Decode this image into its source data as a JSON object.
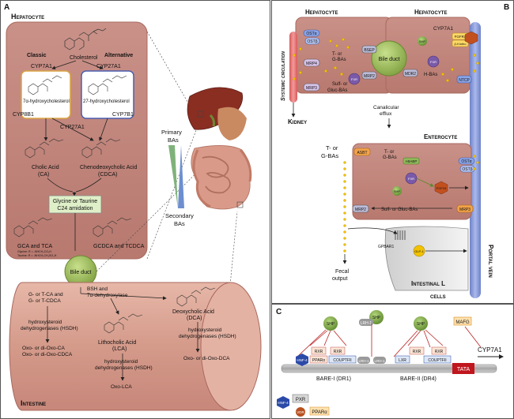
{
  "panel_a": {
    "letter": "A",
    "hepatocyte": "Hepatocyte",
    "classic": "Classic",
    "alternative": "Alternative",
    "cholesterol": "Cholesterol",
    "cyp7a1": "CYP7A1",
    "cyp27a1_top": "CYP27A1",
    "hydroxy7a": "7α-hydroxycholesterol",
    "hydroxy27": "27-hydroxycholesterol",
    "cyp8b1": "CYP8B1",
    "cyp27a1_mid": "CYP27A1",
    "cyp7b1": "CYP7B1",
    "cholic": "Cholic Acid",
    "cholic_abbr": "(CA)",
    "cdca": "Chenodeoxycholic Acid",
    "cdca_abbr": "(CDCA)",
    "amidation_1": "Glycine or Taurine",
    "amidation_2": "C24 amidation",
    "gca": "GCA and TCA",
    "gcdca": "GCDCA and TCDCA",
    "glycine_r": "Glycine: R = -NHCH₂CO₂H",
    "taurine_r": "Taurine: R = -NHCH₂CH₂SO₃H",
    "bile_duct": "Bile duct",
    "primary": "Primary",
    "primary_2": "BAs",
    "secondary": "Secondary",
    "secondary_2": "BAs",
    "intestine": "Intestine",
    "gt_1": "G- or T-CA and",
    "gt_2": "G- or T-CDCA",
    "bsh_1": "BSH and",
    "bsh_2": "7α-dehydroxylase",
    "hsdh_1": "hydroxysteroid",
    "hsdh_2": "dehydrogenases (HSDH)",
    "oxo_1": "Oxo- or di-Oxo-CA",
    "oxo_2": "Oxo- or di-Oxo-CDCA",
    "dca": "Deoxycholic Acid",
    "dca_abbr": "(DCA)",
    "lca": "Lithocholic Acid",
    "lca_abbr": "(LCA)",
    "hsdh_mid_1": "hydroxysteroid",
    "hsdh_mid_2": "dehydrogenases (HSDH)",
    "hsdh_right_1": "hydroxysteroid",
    "hsdh_right_2": "dehydrogenases (HSDH)",
    "oxo_dca": "Oxo- or di-Oxo-DCA",
    "oxo_lca": "Oxo-LCA"
  },
  "panel_b": {
    "letter": "B",
    "hepatocyte_left": "Hepatocyte",
    "hepatocyte_right": "Hepatocyte",
    "systemic": "Systemic circulation",
    "kidney": "Kidney",
    "osta": "OSTα",
    "ostb": "OSTβ",
    "mrp4": "MRP4",
    "mrp3": "MRP3",
    "t_g_bas": "T- or",
    "t_g_bas_2": "G-BAs",
    "bsep": "BSEP",
    "bile_duct": "Bile duct",
    "mdr2": "MDR2",
    "mrp2": "MRP2",
    "sulf": "Sulf- or",
    "gluc": "Gluc-BAs",
    "h_bas": "H-BAs",
    "fxr": "FXR",
    "cyp7a1": "CYP7A1",
    "shp": "SHP",
    "fgfr4": "FGFR4",
    "klotho": "β-Klotho",
    "fgf15": "FGF15/19",
    "ntcp": "NTCP",
    "canalicular_1": "Canalicular",
    "canalicular_2": "efflux",
    "enterocyte": "Enterocyte",
    "tg_1": "T- or",
    "tg_2": "G-BAs",
    "asbt": "ASBT",
    "i_t_g": "T- or",
    "i_t_g_2": "G-BAs",
    "ibabp": "I-BABP",
    "shp_ent": "SHP",
    "fxr_ent": "FXR",
    "fgf_ent": "FGF15",
    "osta_ent": "OSTα",
    "ostb_ent": "OSTβ",
    "mrp2_ent": "MRP2",
    "sulf_ent": "Sulf- or Gluc-BAs",
    "mrp3_ent": "MRP3",
    "fecal_1": "Fecal",
    "fecal_2": "output",
    "gpbar1": "GPBAR1",
    "glp1": "GLP-1",
    "intestinal_l": "Intestinal L",
    "cells": "cells",
    "portal": "Portal vein"
  },
  "panel_c": {
    "letter": "C",
    "shp_1": "SHP",
    "shp_2": "SHP",
    "shp_3": "SHP",
    "lrh1_top": "LRH-1",
    "mafg": "MAFG",
    "cyp7a1": "CYP7A1",
    "hnf4": "HNF-4",
    "rxr_1": "RXR",
    "ppara_1": "PPARα",
    "rxr_2": "RXR",
    "coupt_1": "COUPTFII",
    "lrh1_a": "LRH-1",
    "lrh1_b": "LRH-1",
    "lxr": "LXR",
    "rxr_3": "RXR",
    "rxr_4": "RXR",
    "coupt_2": "COUPTFII",
    "bare1": "BARE-I (DR1)",
    "bare2": "BARE-II (DR4)",
    "tata": "TATA",
    "legend_hnf": "HNF-4",
    "legend_pxr": "PXR",
    "legend_vdr": "VDR",
    "legend_ppar": "PPARα"
  }
}
